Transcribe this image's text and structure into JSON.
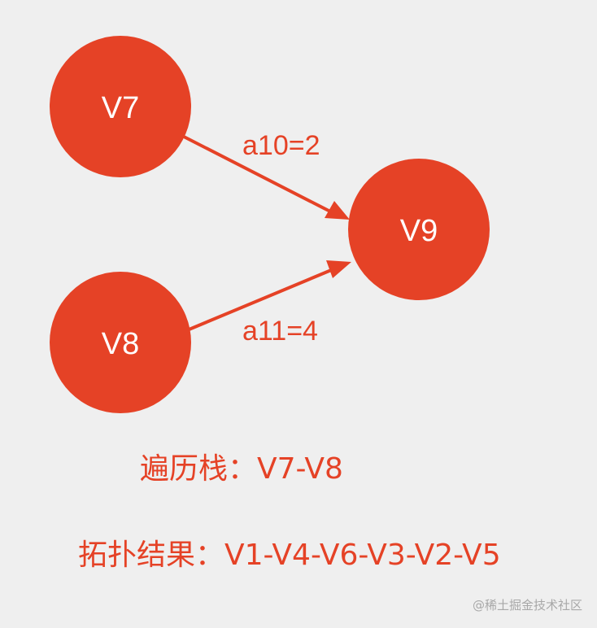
{
  "colors": {
    "background": "#efefef",
    "node_fill": "#e54226",
    "edge": "#e54226",
    "text_accent": "#e54226",
    "node_text": "#ffffff",
    "watermark": "#a8a8a8"
  },
  "nodes": {
    "v7": {
      "label": "V7"
    },
    "v8": {
      "label": "V8"
    },
    "v9": {
      "label": "V9"
    }
  },
  "edges": {
    "a10": {
      "from": "V7",
      "to": "V9",
      "label": "a10=2"
    },
    "a11": {
      "from": "V8",
      "to": "V9",
      "label": "a11=4"
    }
  },
  "captions": {
    "stack": "遍历栈：V7-V8",
    "topo_result": "拓扑结果：V1-V4-V6-V3-V2-V5"
  },
  "watermark": "@稀土掘金技术社区"
}
